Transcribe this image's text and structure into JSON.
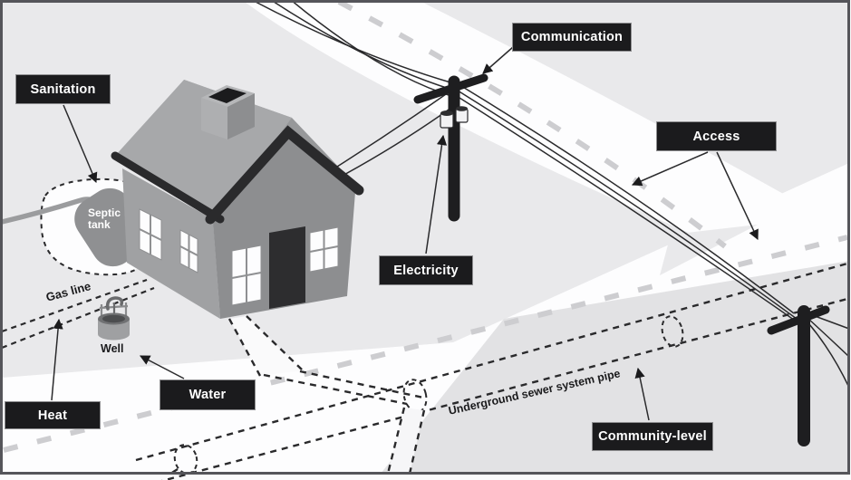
{
  "callouts": {
    "sanitation": "Sanitation",
    "communication": "Communication",
    "access": "Access",
    "electricity": "Electricity",
    "heat": "Heat",
    "water": "Water",
    "community_level": "Community-level"
  },
  "inline_labels": {
    "septic_tank": "Septic tank",
    "well": "Well",
    "gas_line": "Gas line",
    "underground_sewer": "Underground sewer system pipe"
  },
  "colors": {
    "bg": "#e9e9eb",
    "road": "#fdfdfe",
    "verge": "#e2e2e4",
    "dash": "#cdcdd0",
    "ink": "#2a2a2c",
    "pole": "#1e1e20",
    "roofl": "#a7a8aa",
    "roofr": "#97989a",
    "walll": "#a0a1a3",
    "wallf": "#8d8e90",
    "trim": "#2a2a2c",
    "door": "#2d2d2f",
    "window": "#fdfdfe",
    "tank": "#8f9092",
    "pipe": "#9b9c9e",
    "calloutbg": "#1b1b1d",
    "callouttext": "#ffffff",
    "calloutborder": "#8e8e90",
    "textdark": "#1a1a1c"
  }
}
